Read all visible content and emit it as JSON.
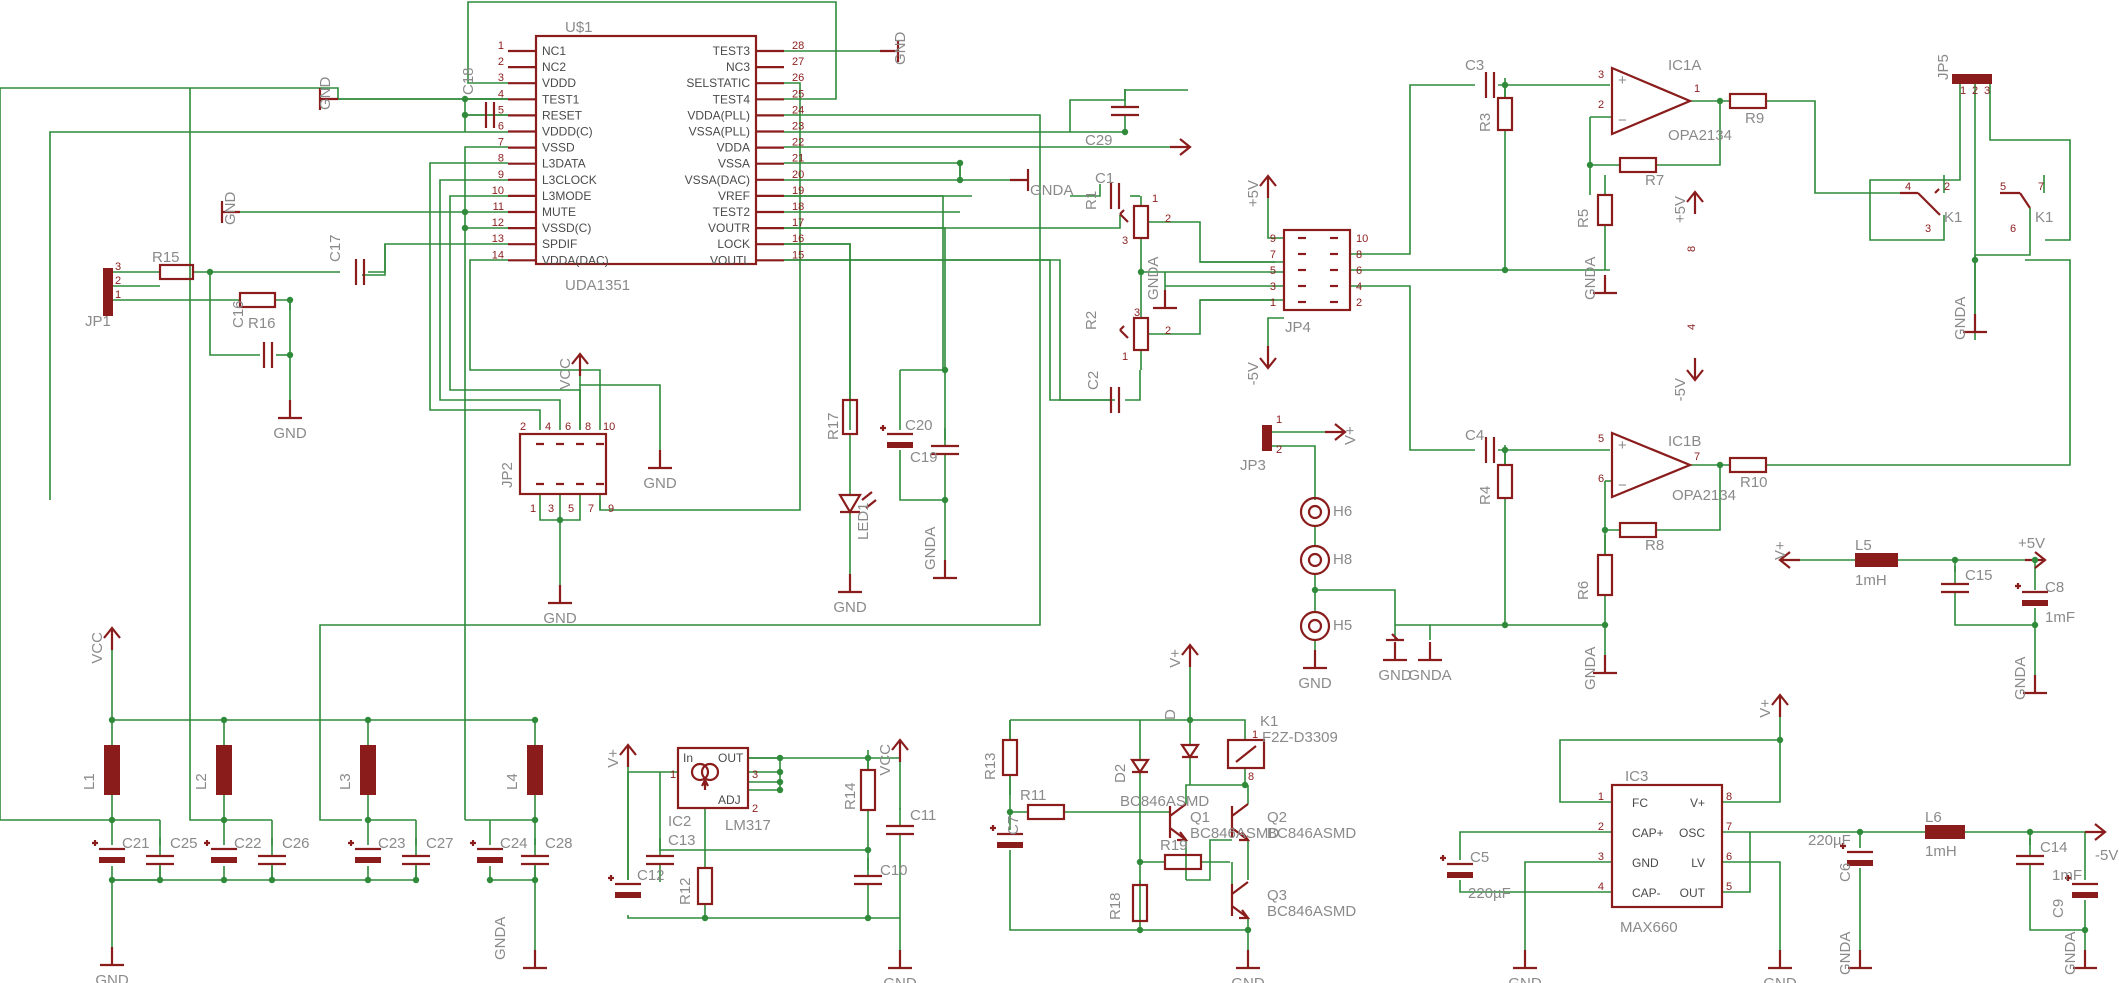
{
  "ic_uda": {
    "ref": "U$1",
    "name": "UDA1351",
    "left_pins": [
      {
        "n": "1",
        "name": "NC1"
      },
      {
        "n": "2",
        "name": "NC2"
      },
      {
        "n": "3",
        "name": "VDDD"
      },
      {
        "n": "4",
        "name": "TEST1"
      },
      {
        "n": "5",
        "name": "RESET"
      },
      {
        "n": "6",
        "name": "VDDD(C)"
      },
      {
        "n": "7",
        "name": "VSSD"
      },
      {
        "n": "8",
        "name": "L3DATA"
      },
      {
        "n": "9",
        "name": "L3CLOCK"
      },
      {
        "n": "10",
        "name": "L3MODE"
      },
      {
        "n": "11",
        "name": "MUTE"
      },
      {
        "n": "12",
        "name": "VSSD(C)"
      },
      {
        "n": "13",
        "name": "SPDIF"
      },
      {
        "n": "14",
        "name": "VDDA(DAC)"
      }
    ],
    "right_pins": [
      {
        "n": "28",
        "name": "TEST3"
      },
      {
        "n": "27",
        "name": "NC3"
      },
      {
        "n": "26",
        "name": "SELSTATIC"
      },
      {
        "n": "25",
        "name": "TEST4"
      },
      {
        "n": "24",
        "name": "VDDA(PLL)"
      },
      {
        "n": "23",
        "name": "VSSA(PLL)"
      },
      {
        "n": "22",
        "name": "VDDA"
      },
      {
        "n": "21",
        "name": "VSSA"
      },
      {
        "n": "20",
        "name": "VSSA(DAC)"
      },
      {
        "n": "19",
        "name": "VREF"
      },
      {
        "n": "18",
        "name": "TEST2"
      },
      {
        "n": "17",
        "name": "VOUTR"
      },
      {
        "n": "16",
        "name": "LOCK"
      },
      {
        "n": "15",
        "name": "VOUTL"
      }
    ]
  },
  "ic_max": {
    "ref": "IC3",
    "name": "MAX660",
    "left_pins": [
      {
        "n": "1",
        "name": "FC"
      },
      {
        "n": "2",
        "name": "CAP+"
      },
      {
        "n": "3",
        "name": "GND"
      },
      {
        "n": "4",
        "name": "CAP-"
      }
    ],
    "right_pins": [
      {
        "n": "8",
        "name": "V+"
      },
      {
        "n": "7",
        "name": "OSC"
      },
      {
        "n": "6",
        "name": "LV"
      },
      {
        "n": "5",
        "name": "OUT"
      }
    ]
  },
  "ic_lm317": {
    "ref": "IC2",
    "name": "LM317",
    "pin_in": "In",
    "pin_out": "OUT",
    "pin_adj": "ADJ",
    "n_in": "1",
    "n_out": "3",
    "n_adj": "2"
  },
  "opamps": [
    {
      "ref": "IC1A",
      "name": "OPA2134",
      "pin_plus": "3",
      "pin_minus": "2",
      "pin_out": "1"
    },
    {
      "ref": "IC1B",
      "name": "OPA2134",
      "pin_plus": "5",
      "pin_minus": "6",
      "pin_out": "7"
    }
  ],
  "opamp_signs": {
    "plus": "+",
    "minus": "−"
  },
  "connectors": {
    "jp1": {
      "ref": "JP1",
      "pins": [
        "3",
        "2",
        "1"
      ]
    },
    "jp2": {
      "ref": "JP2",
      "pins": [
        "2",
        "4",
        "6",
        "8",
        "10",
        "1",
        "3",
        "5",
        "7",
        "9"
      ]
    },
    "jp3": {
      "ref": "JP3",
      "pins": [
        "1",
        "2"
      ]
    },
    "jp4": {
      "ref": "JP4",
      "left_pins": [
        "9",
        "7",
        "5",
        "3",
        "1"
      ],
      "right_pins": [
        "10",
        "8",
        "6",
        "4",
        "2"
      ]
    },
    "jp5": {
      "ref": "JP5",
      "pins": [
        "1",
        "2",
        "3"
      ]
    }
  },
  "relay": {
    "ref": "K1",
    "part": "F2Z-D3309",
    "contacts_left": [
      "4",
      "2",
      "3"
    ],
    "contacts_right": [
      "5",
      "7",
      "6"
    ],
    "coil_pins": [
      "1",
      "8"
    ]
  },
  "transistors": [
    {
      "ref": "Q1",
      "part": "BC846ASMD"
    },
    {
      "ref": "Q2",
      "part": "BC846ASMD"
    },
    {
      "ref": "Q3",
      "part": "BC846ASMD"
    }
  ],
  "diodes": [
    {
      "ref": "D2",
      "part": "BC846ASMD"
    },
    {
      "ref": "D",
      "part": ""
    }
  ],
  "led": {
    "ref": "LED1"
  },
  "holes": [
    "H6",
    "H8",
    "H5"
  ],
  "pot_pins": {
    "r1": [
      "2",
      "3",
      "1"
    ],
    "r2": [
      "3",
      "1",
      "2"
    ]
  },
  "side_marks": {
    "rail_plus": "+5V",
    "rail_minus": "-5V",
    "mark_8": "8",
    "mark_4": "4"
  },
  "inductor_values": {
    "l5": "1mH",
    "l6": "1mH"
  },
  "cap_values": {
    "c8": "1mF",
    "c9": "1mF",
    "c5": "220µF",
    "c6": "220µF"
  },
  "labels": {
    "gnd": "GND",
    "gnda": "GNDA",
    "vcc": "VCC",
    "vplus": "V+",
    "p5v": "+5V",
    "m5v": "-5V",
    "r1": "R1",
    "r2": "R2",
    "r3": "R3",
    "r4": "R4",
    "r5": "R5",
    "r6": "R6",
    "r7": "R7",
    "r8": "R8",
    "r9": "R9",
    "r10": "R10",
    "r11": "R11",
    "r12": "R12",
    "r13": "R13",
    "r14": "R14",
    "r15": "R15",
    "r16": "R16",
    "r17": "R17",
    "r18": "R18",
    "r19": "R19",
    "c1": "C1",
    "c2": "C2",
    "c3": "C3",
    "c4": "C4",
    "c5": "C5",
    "c6": "C6",
    "c7": "C7",
    "c8": "C8",
    "c9": "C9",
    "c10": "C10",
    "c11": "C11",
    "c12": "C12",
    "c13": "C13",
    "c14": "C14",
    "c15": "C15",
    "c16": "C16",
    "c17": "C17",
    "c18": "C18",
    "c19": "C19",
    "c20": "C20",
    "c21": "C21",
    "c22": "C22",
    "c23": "C23",
    "c24": "C24",
    "c25": "C25",
    "c26": "C26",
    "c27": "C27",
    "c28": "C28",
    "c29": "C29",
    "l1": "L1",
    "l2": "L2",
    "l3": "L3",
    "l4": "L4",
    "l5": "L5",
    "l6": "L6"
  },
  "colors": {
    "wire": "#2f8a3a",
    "part": "#8a1c1c",
    "label": "#8a8a8a",
    "pin_name": "#4a4a4a"
  }
}
